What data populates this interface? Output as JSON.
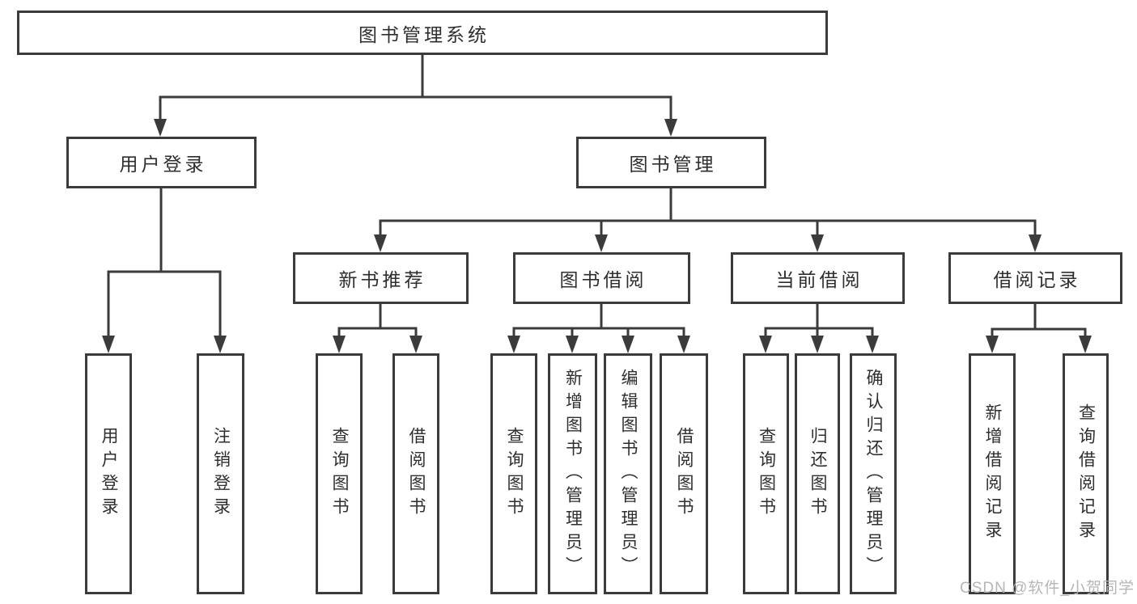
{
  "diagram": {
    "tree": {
      "root": {
        "label": "图书管理系统",
        "children": [
          {
            "label": "用户登录",
            "children": [
              {
                "label": "用户登录"
              },
              {
                "label": "注销登录"
              }
            ]
          },
          {
            "label": "图书管理",
            "children": [
              {
                "label": "新书推荐",
                "children": [
                  {
                    "label": "查询图书"
                  },
                  {
                    "label": "借阅图书"
                  }
                ]
              },
              {
                "label": "图书借阅",
                "children": [
                  {
                    "label": "查询图书"
                  },
                  {
                    "label": "新增图书（管理员）"
                  },
                  {
                    "label": "编辑图书（管理员）"
                  },
                  {
                    "label": "借阅图书"
                  }
                ]
              },
              {
                "label": "当前借阅",
                "children": [
                  {
                    "label": "查询图书"
                  },
                  {
                    "label": "归还图书"
                  },
                  {
                    "label": "确认归还（管理员）"
                  }
                ]
              },
              {
                "label": "借阅记录",
                "children": [
                  {
                    "label": "新增借阅记录"
                  },
                  {
                    "label": "查询借阅记录"
                  }
                ]
              }
            ]
          }
        ]
      }
    },
    "colors": {
      "line": "#3b3b3b",
      "text": "#2e2e2e",
      "background": "#ffffff",
      "watermark": "#b2b2b2"
    }
  },
  "watermark": {
    "text": "CSDN @软件_小贺同学"
  }
}
